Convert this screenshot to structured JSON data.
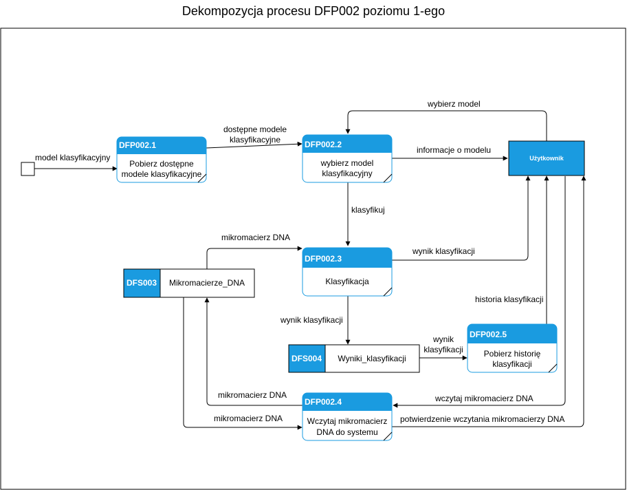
{
  "title": "Dekompozycja procesu DFP002 poziomu 1-ego",
  "colors": {
    "accent": "#1a9be0",
    "line": "#000000"
  },
  "processes": {
    "p1": {
      "id": "DFP002.1",
      "label": [
        "Pobierz dostępne",
        "modele klasyfikacyjne"
      ]
    },
    "p2": {
      "id": "DFP002.2",
      "label": [
        "wybierz model",
        "klasyfikacyjny"
      ]
    },
    "p3": {
      "id": "DFP002.3",
      "label": [
        "Klasyfikacja"
      ]
    },
    "p4": {
      "id": "DFP002.4",
      "label": [
        "Wczytaj mikromacierz",
        "DNA do systemu"
      ]
    },
    "p5": {
      "id": "DFP002.5",
      "label": [
        "Pobierz historię",
        "klasyfikacji"
      ]
    }
  },
  "stores": {
    "s1": {
      "id": "DFS003",
      "label": "Mikromacierze_DNA"
    },
    "s2": {
      "id": "DFS004",
      "label": "Wyniki_klasyfikacji"
    }
  },
  "entity": {
    "label": "Użytkownik"
  },
  "flows": {
    "model_klasyfikacyjny": "model klasyfikacyjny",
    "dostepne_modele": [
      "dostępne modele",
      "klasyfikacyjne"
    ],
    "wybierz_model": "wybierz model",
    "informacje_o_modelu": "informacje o modelu",
    "klasyfikuj": "klasyfikuj",
    "mikromacierz_top": "mikromacierz DNA",
    "wynik_klasyfikacji_top": "wynik klasyfikacji",
    "historia_klasyfikacji": "historia klasyfikacji",
    "wynik_klasyfikacji_left": "wynik klasyfikacji",
    "wynik_klasyfikacji_mid": [
      "wynik",
      "klasyfikacji"
    ],
    "mikromacierz_up": "mikromacierz DNA",
    "mikromacierz_in": "mikromacierz DNA",
    "wczytaj_mikromacierz": "wczytaj mikromacierz DNA",
    "potwierdzenie": "potwierdzenie wczytania mikromacierzy DNA"
  }
}
